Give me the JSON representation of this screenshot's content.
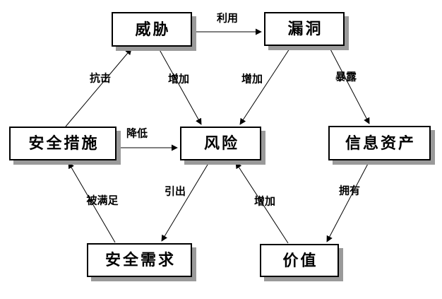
{
  "diagram": {
    "nodes": {
      "threat": {
        "label": "威胁"
      },
      "vulnerability": {
        "label": "漏洞"
      },
      "safeguards": {
        "label": "安全措施"
      },
      "risk": {
        "label": "风险"
      },
      "assets": {
        "label": "信息资产"
      },
      "requirements": {
        "label": "安全需求"
      },
      "value": {
        "label": "价值"
      }
    },
    "edges": {
      "exploit": {
        "label": "利用",
        "from": "threat",
        "to": "vulnerability"
      },
      "resist": {
        "label": "抗击",
        "from": "safeguards",
        "to": "threat"
      },
      "increase_by_threat": {
        "label": "增加",
        "from": "threat",
        "to": "risk"
      },
      "increase_by_vulnerability": {
        "label": "增加",
        "from": "vulnerability",
        "to": "risk"
      },
      "expose": {
        "label": "暴露",
        "from": "vulnerability",
        "to": "assets"
      },
      "reduce": {
        "label": "降低",
        "from": "safeguards",
        "to": "risk"
      },
      "satisfied_by": {
        "label": "被满足",
        "from": "requirements",
        "to": "safeguards"
      },
      "elicit": {
        "label": "引出",
        "from": "risk",
        "to": "requirements"
      },
      "increase_by_value": {
        "label": "增加",
        "from": "value",
        "to": "risk"
      },
      "own": {
        "label": "拥有",
        "from": "assets",
        "to": "value"
      }
    },
    "colors": {
      "line": "#000000",
      "border": "#000000",
      "shadow": "#9a9a9a",
      "background": "#ffffff"
    }
  }
}
